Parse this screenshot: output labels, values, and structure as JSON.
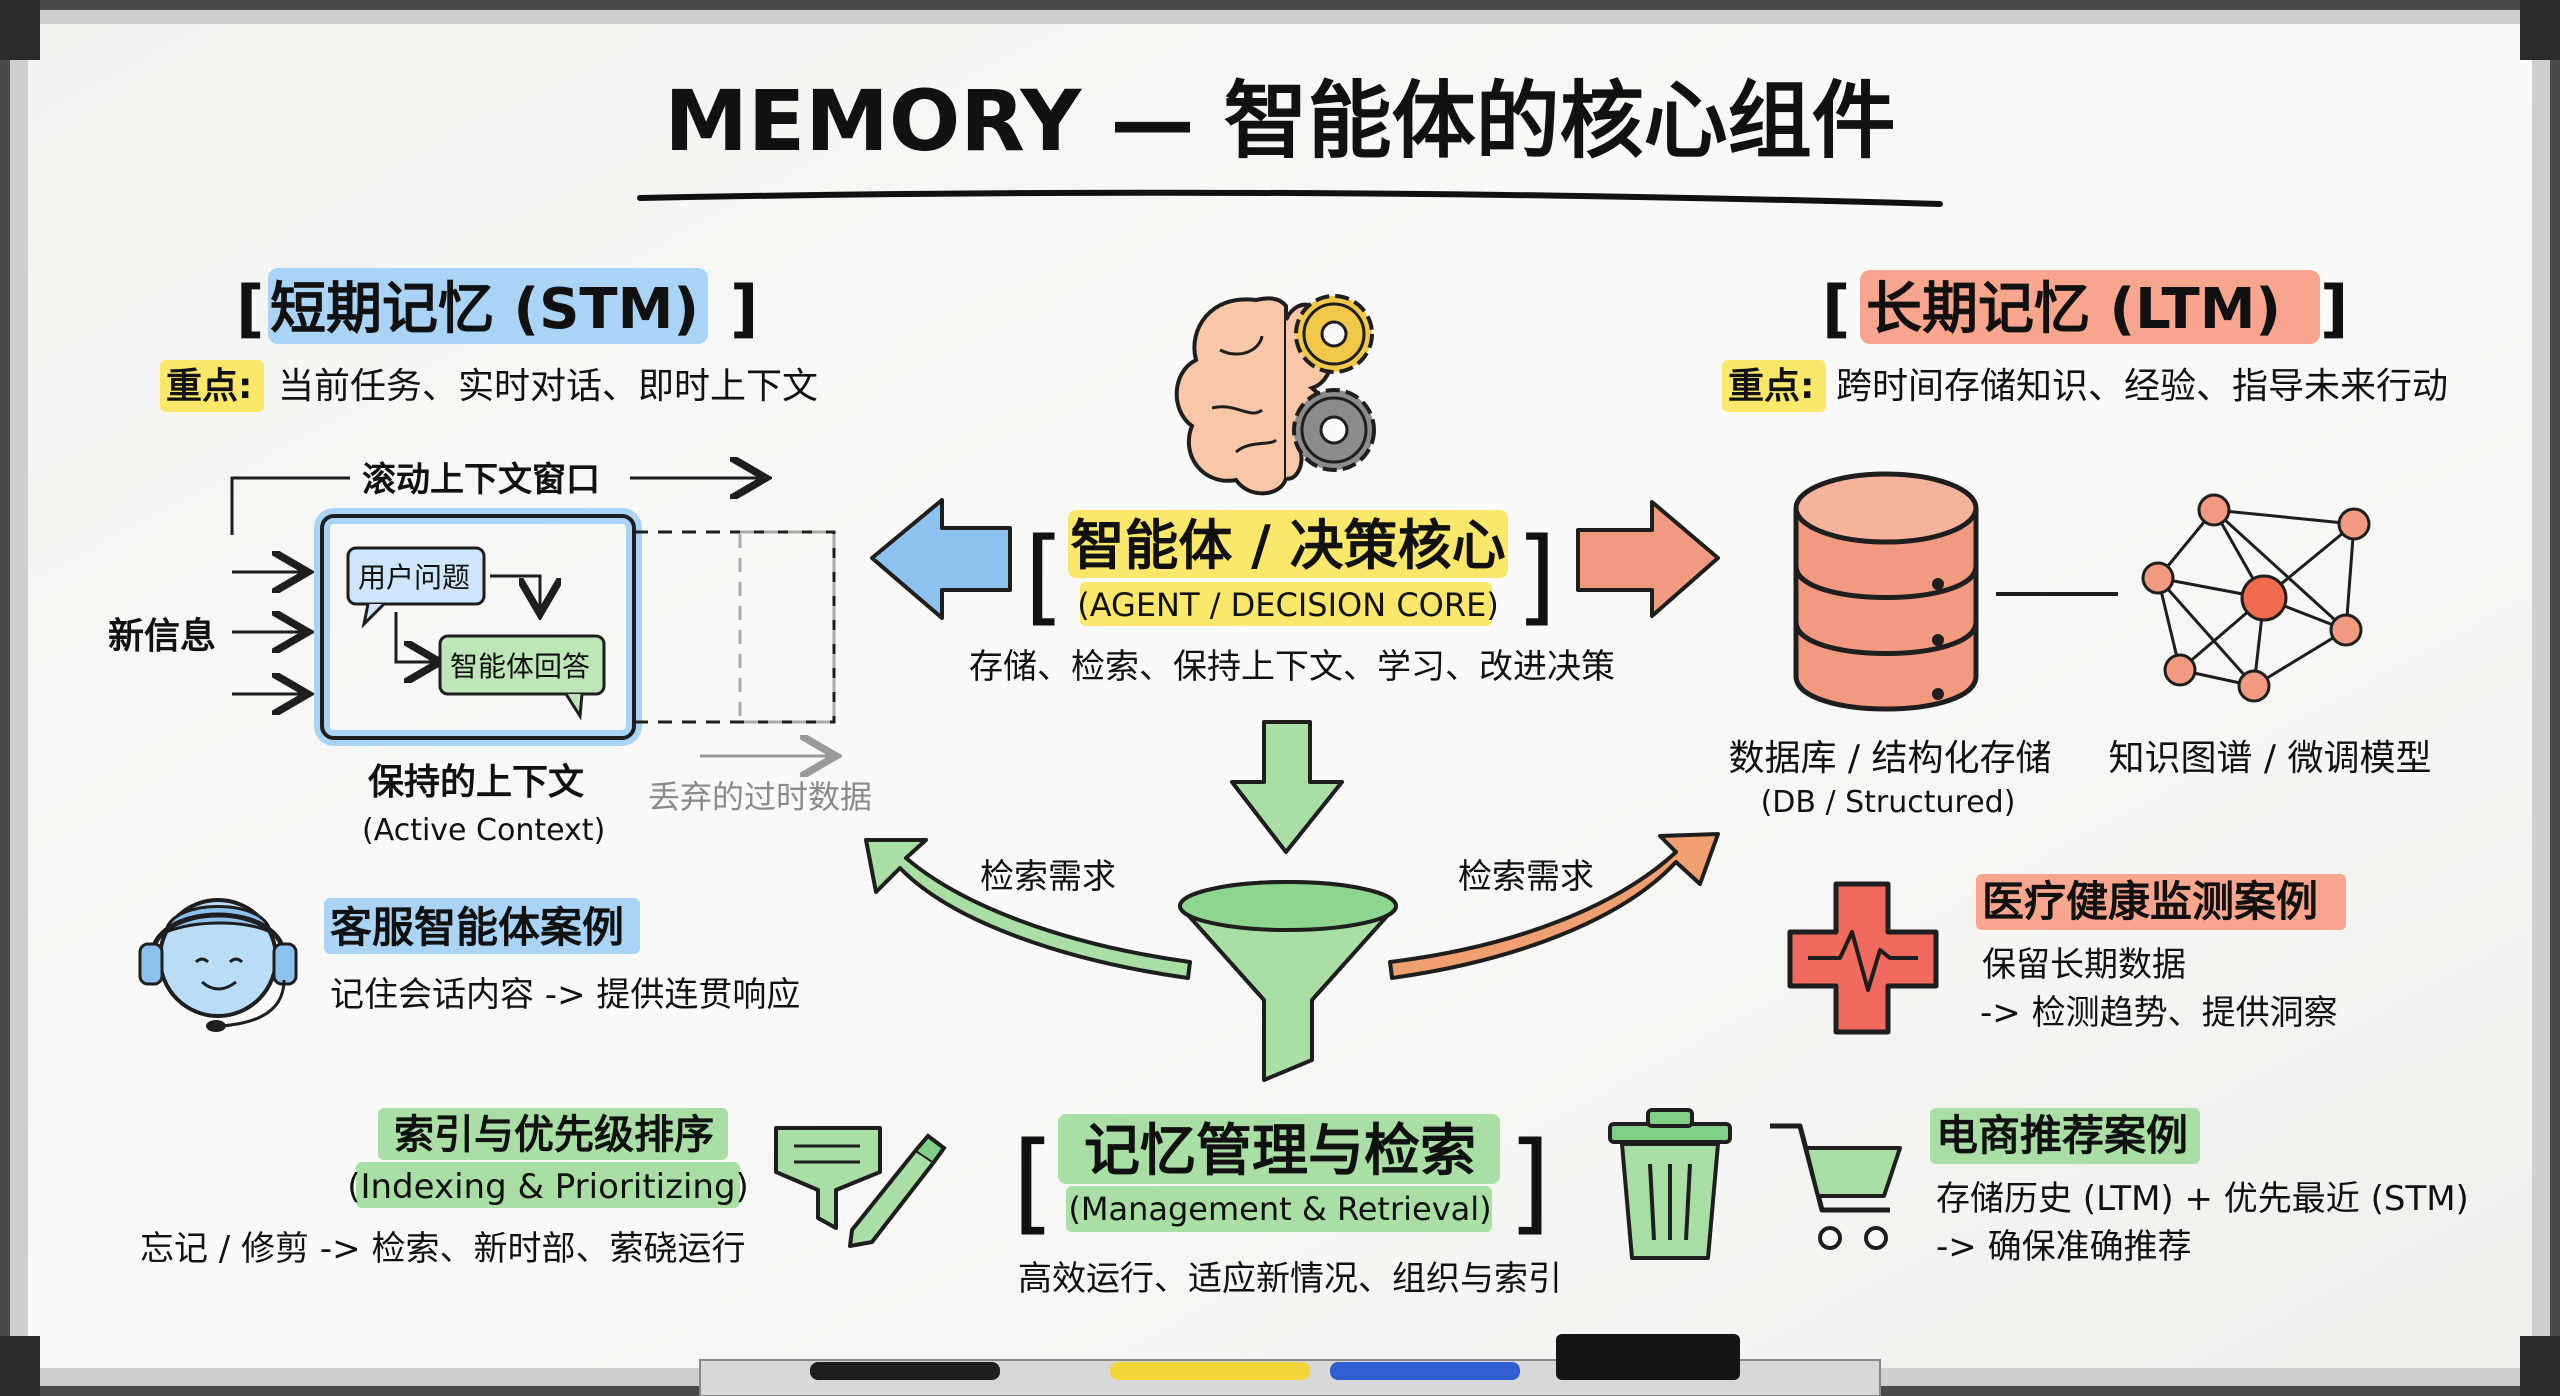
{
  "title": "MEMORY — 智能体的核心组件",
  "stm": {
    "heading": "短期记忆 (STM)",
    "focus_label": "重点:",
    "focus_text": "当前任务、实时对话、即时上下文",
    "rolling_window": "滚动上下文窗口",
    "new_info": "新信息",
    "user_question": "用户问题",
    "agent_answer": "智能体回答",
    "kept_context": "保持的上下文",
    "kept_context_en": "(Active Context)",
    "discarded": "丢弃的过时数据"
  },
  "ltm": {
    "heading": "长期记忆 (LTM)",
    "focus_label": "重点:",
    "focus_text": "跨时间存储知识、经验、指导未来行动",
    "db_label": "数据库 / 结构化存储",
    "db_label_en": "(DB / Structured)",
    "kg_label": "知识图谱 / 微调模型"
  },
  "core": {
    "title": "智能体 / 决策核心",
    "subtitle": "(AGENT / DECISION CORE)",
    "desc": "存储、检索、保持上下文、学习、改进决策"
  },
  "retrieval_left": "检索需求",
  "retrieval_right": "检索需求",
  "management": {
    "title": "记忆管理与检索",
    "subtitle": "(Management & Retrieval)",
    "desc": "高效运行、适应新情况、组织与索引"
  },
  "indexing": {
    "title": "索引与优先级排序",
    "subtitle": "(Indexing & Prioritizing)",
    "desc": "忘记 / 修剪 -> 检索、新时部、萦硗运行"
  },
  "customer_service": {
    "title": "客服智能体案例",
    "desc": "记住会话内容 -> 提供连贯响应"
  },
  "medical": {
    "title": "医疗健康监测案例",
    "line1": "保留长期数据",
    "line2": "-> 检测趋势、提供洞察"
  },
  "ecommerce": {
    "title": "电商推荐案例",
    "line1": "存储历史 (LTM) + 优先最近 (STM)",
    "line2": "-> 确保准确推荐"
  },
  "colors": {
    "stm_blue": "#a9d4f5",
    "ltm_red": "#f8a58e",
    "core_yellow": "#fbe86a",
    "green": "#a9dea4",
    "orange": "#f0a070",
    "ink": "#1e1e1e"
  }
}
